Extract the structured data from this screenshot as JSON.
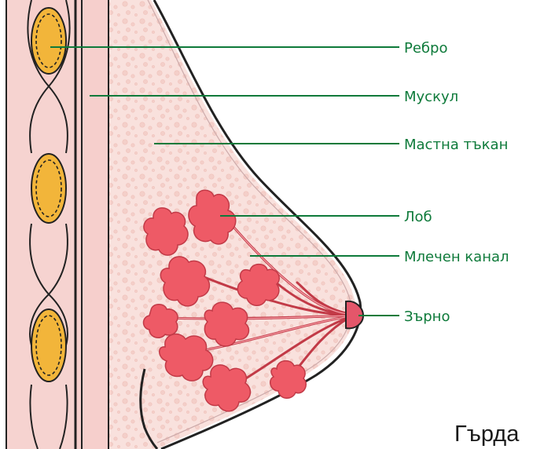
{
  "title": "Гърда",
  "labels": {
    "rib": "Ребро",
    "muscle": "Мускул",
    "fat": "Мастна тъкан",
    "lobe": "Лоб",
    "duct": "Млечен канал",
    "nipple": "Зърно"
  },
  "colors": {
    "label": "#0e7a3a",
    "rib_fill": "#f2b53a",
    "muscle_fill": "#f6cfcc",
    "fat_fill": "#f9e1dd",
    "lobe_fill": "#ee5a66",
    "outline": "#222222"
  }
}
